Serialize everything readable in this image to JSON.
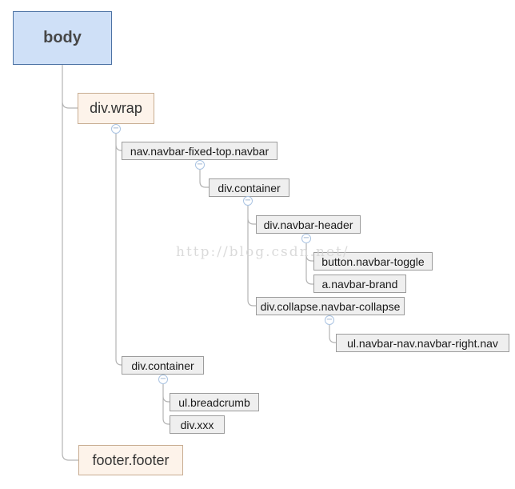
{
  "diagram": {
    "type": "dom-tree",
    "watermark": "http://blog.csdn.net/",
    "toggle_glyph": "−",
    "colors": {
      "root_fill": "#cfe0f7",
      "root_border": "#4c72a4",
      "root_text": "#474747",
      "section_fill": "#fdf3ea",
      "section_border": "#c8ad92",
      "node_fill": "#efefef",
      "node_border": "#9c9c9c",
      "node_text": "#1a1a1a",
      "line": "#b3b3b3",
      "toggle_border": "#a9c3e2",
      "watermark_text": "#d4d4d4"
    },
    "nodes": {
      "body": {
        "label": "body"
      },
      "wrap": {
        "label": "div.wrap"
      },
      "navbar": {
        "label": "nav.navbar-fixed-top.navbar"
      },
      "container_top": {
        "label": "div.container"
      },
      "navbar_header": {
        "label": "div.navbar-header"
      },
      "navbar_toggle": {
        "label": "button.navbar-toggle"
      },
      "navbar_brand": {
        "label": "a.navbar-brand"
      },
      "navbar_collapse": {
        "label": "div.collapse.navbar-collapse"
      },
      "navbar_nav": {
        "label": "ul.navbar-nav.navbar-right.nav"
      },
      "container_bottom": {
        "label": "div.container"
      },
      "breadcrumb": {
        "label": "ul.breadcrumb"
      },
      "xxx": {
        "label": "div.xxx"
      },
      "footer": {
        "label": "footer.footer"
      }
    },
    "structure": {
      "body": [
        "wrap",
        "footer"
      ],
      "wrap": [
        "navbar",
        "container_bottom"
      ],
      "navbar": [
        "container_top"
      ],
      "container_top": [
        "navbar_header",
        "navbar_collapse"
      ],
      "navbar_header": [
        "navbar_toggle",
        "navbar_brand"
      ],
      "navbar_collapse": [
        "navbar_nav"
      ],
      "container_bottom": [
        "breadcrumb",
        "xxx"
      ]
    }
  }
}
